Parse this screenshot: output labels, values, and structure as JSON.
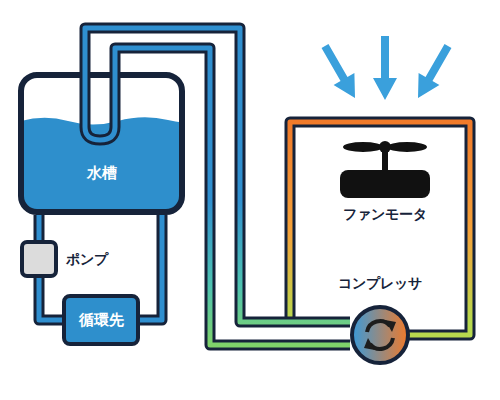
{
  "diagram": {
    "nodes": [
      {
        "text": [
          "水槽"
        ]
      },
      {
        "text": [
          "ポンプ"
        ]
      },
      {
        "text": [
          "循環先"
        ]
      },
      {
        "text": [
          "ファンモータ"
        ]
      },
      {
        "text": [
          "コンプレッサ"
        ]
      }
    ],
    "edges": [
      {
        "from": 0,
        "to": 1,
        "arrow": "none"
      },
      {
        "from": 1,
        "to": 2,
        "arrow": "none"
      },
      {
        "from": 2,
        "to": 0,
        "arrow": "none"
      },
      {
        "from": 0,
        "to": 4,
        "arrow": "none"
      },
      {
        "from": 0,
        "to": 4,
        "arrow": "none"
      }
    ]
  }
}
